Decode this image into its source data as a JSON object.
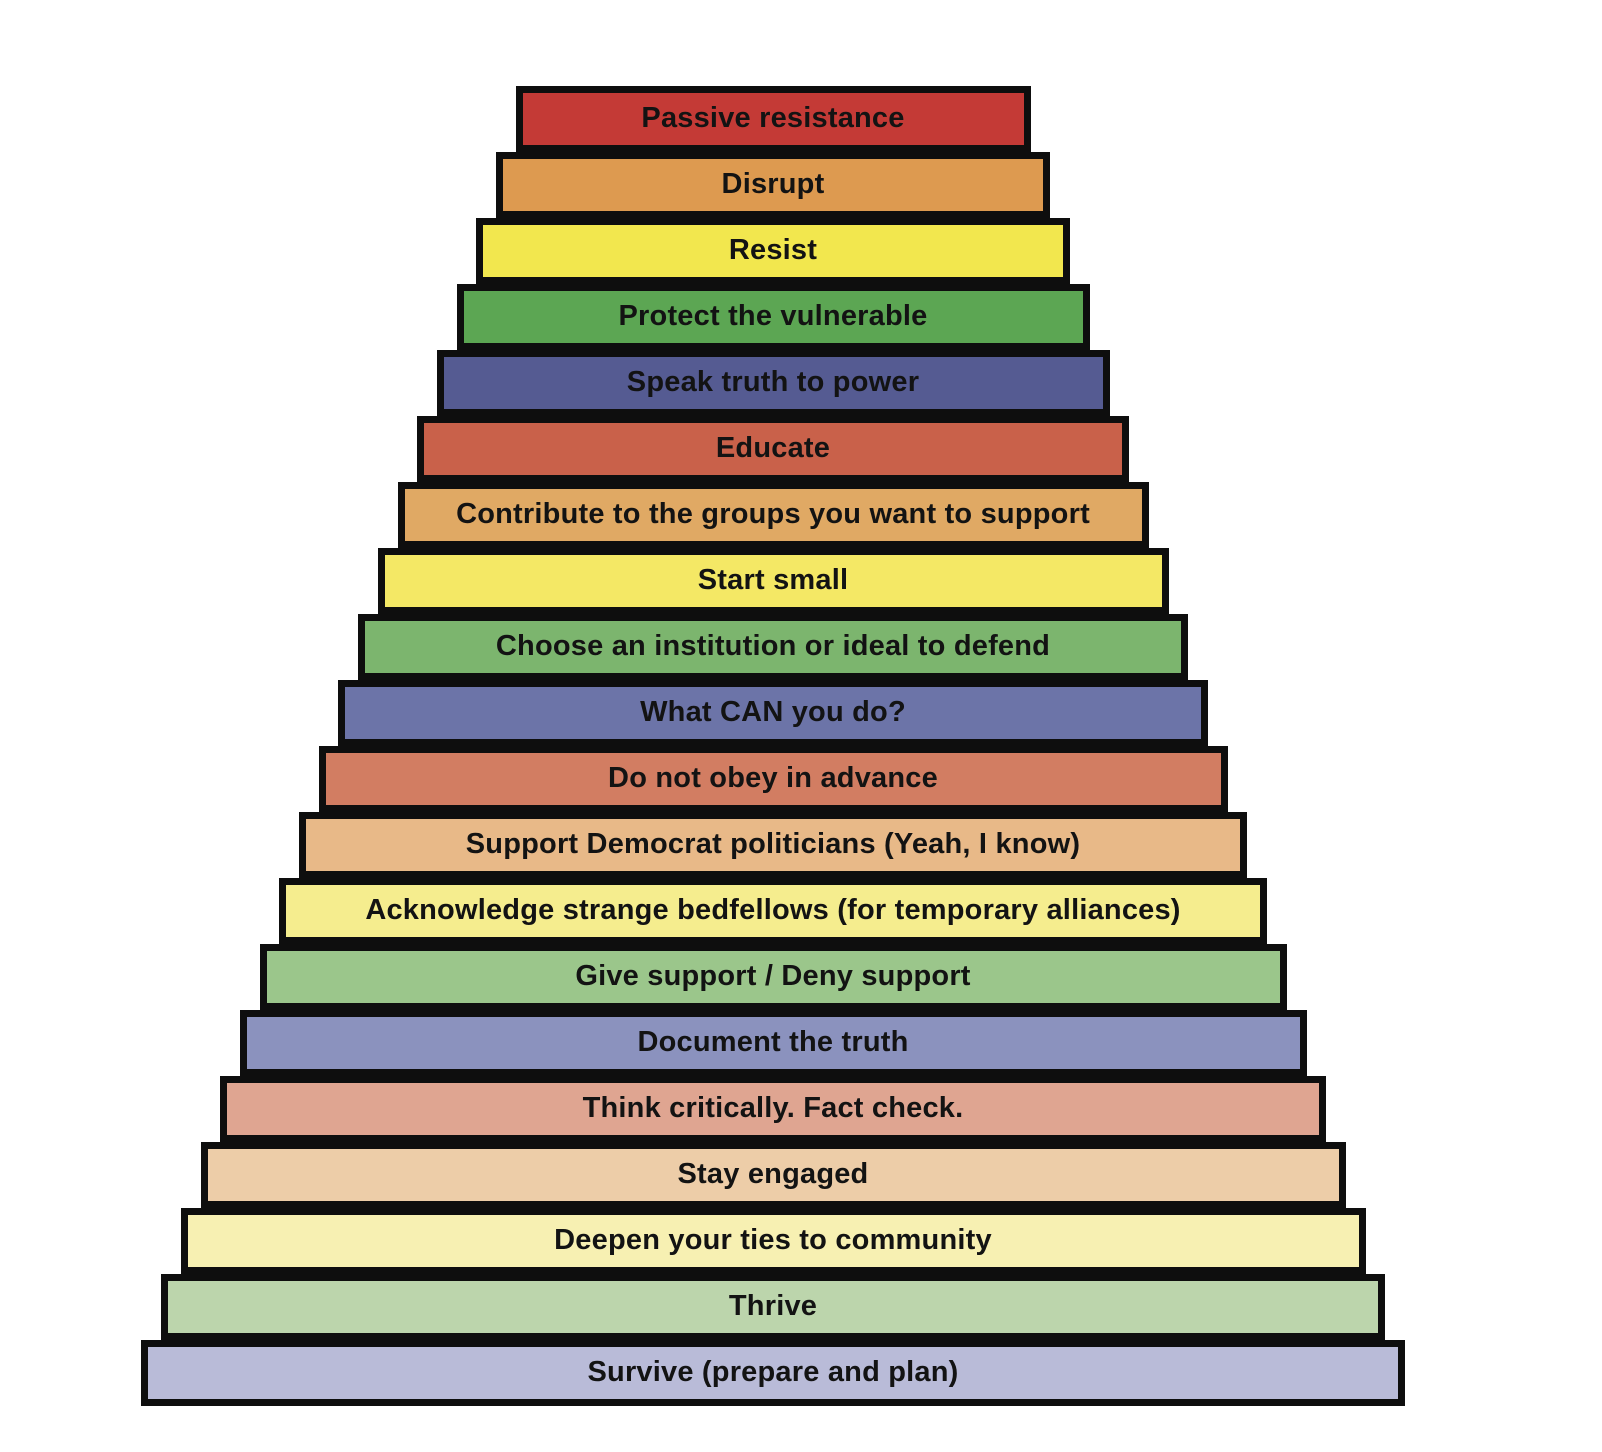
{
  "canvas": {
    "background": "#ffffff",
    "border_color": "#0e0e0e",
    "text_color": "#131313"
  },
  "pyramid": {
    "type": "stepped-pyramid",
    "levels": [
      {
        "label": "Passive resistance",
        "color": "#c43a36"
      },
      {
        "label": "Disrupt",
        "color": "#dd9a50"
      },
      {
        "label": "Resist",
        "color": "#f2e74e"
      },
      {
        "label": "Protect the vulnerable",
        "color": "#5ca653"
      },
      {
        "label": "Speak truth to power",
        "color": "#555b92"
      },
      {
        "label": "Educate",
        "color": "#c9614a"
      },
      {
        "label": "Contribute to the groups you want to support",
        "color": "#e0a964"
      },
      {
        "label": "Start small",
        "color": "#f4e865"
      },
      {
        "label": "Choose an institution or ideal to defend",
        "color": "#7cb56e"
      },
      {
        "label": "What CAN you do?",
        "color": "#6c74a8"
      },
      {
        "label": "Do not obey in advance",
        "color": "#d27d62"
      },
      {
        "label": "Support Democrat politicians (Yeah, I know)",
        "color": "#e8b988"
      },
      {
        "label": "Acknowledge strange bedfellows (for temporary alliances)",
        "color": "#f5ed8e"
      },
      {
        "label": "Give support / Deny support",
        "color": "#9bc68b"
      },
      {
        "label": "Document the truth",
        "color": "#8b92be"
      },
      {
        "label": "Think critically. Fact check.",
        "color": "#dfa591"
      },
      {
        "label": "Stay engaged",
        "color": "#edcda8"
      },
      {
        "label": "Deepen your ties to community",
        "color": "#f7f0b2"
      },
      {
        "label": "Thrive",
        "color": "#bcd5ac"
      },
      {
        "label": "Survive (prepare and plan)",
        "color": "#b9bbd8"
      }
    ]
  }
}
